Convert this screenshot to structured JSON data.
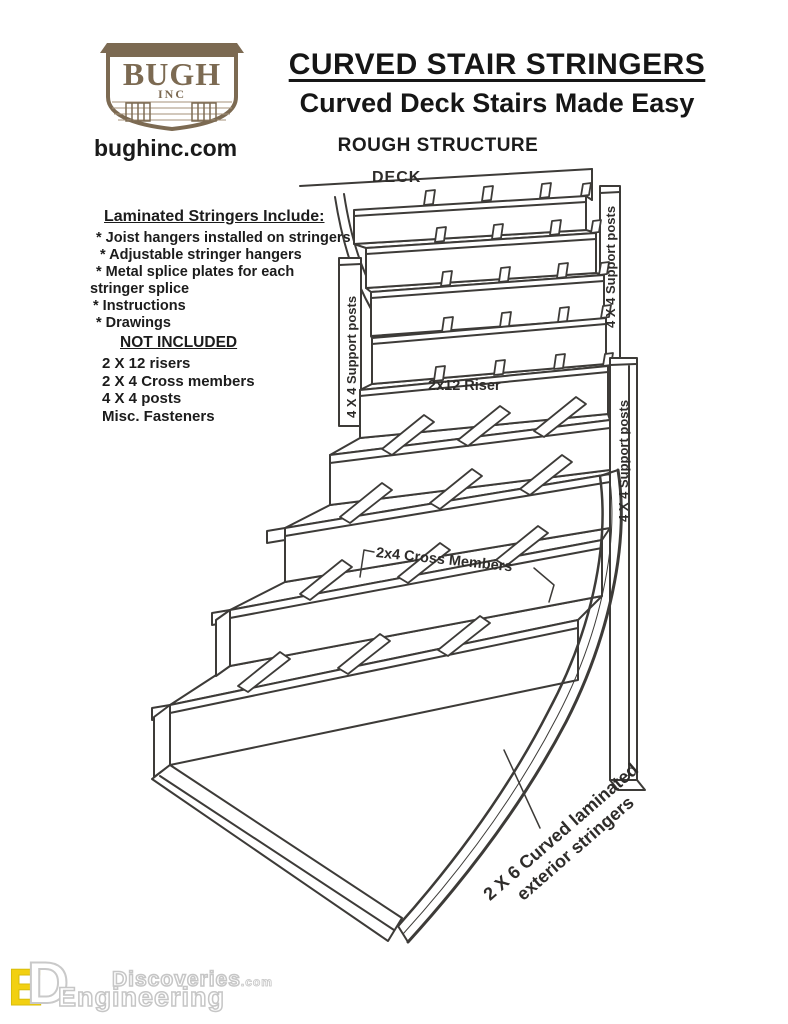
{
  "page": {
    "background": "#ffffff",
    "ink_color": "#3d3b38"
  },
  "header": {
    "logo": {
      "name": "BUGH",
      "sub": "INC",
      "brand_color": "#7c6a52"
    },
    "website": "bughinc.com",
    "title": "CURVED STAIR STRINGERS",
    "subtitle": "Curved Deck Stairs Made Easy",
    "section_heading": "ROUGH STRUCTURE"
  },
  "included": {
    "heading": "Laminated Stringers Include:",
    "items": [
      "* Joist hangers installed on stringers",
      "* Adjustable stringer hangers",
      "* Metal splice plates for each",
      "stringer splice",
      "* Instructions",
      "* Drawings"
    ]
  },
  "not_included": {
    "heading": "NOT INCLUDED",
    "items": [
      "2 X 12 risers",
      "2 X 4 Cross members",
      "4 X 4 posts",
      "Misc. Fasteners"
    ]
  },
  "diagram_labels": {
    "deck": "DECK",
    "support_post_left": "4 X 4 Support posts",
    "support_post_right_upper": "4 X 4 Support posts",
    "support_post_right_lower": "4 X 4 Support posts",
    "riser": "2x12 Riser",
    "cross_members": "2x4 Cross Members",
    "stringer_line1": "2 X 6 Curved laminated",
    "stringer_line2": "exterior stringers"
  },
  "watermark": {
    "monogram_e": "E",
    "monogram_d": "D",
    "brand_top": "Discoveries",
    "brand_top_suffix": ".com",
    "brand_bottom": "Engineering",
    "yellow": "#f2d011",
    "outline_gray": "#c6c6c6"
  }
}
